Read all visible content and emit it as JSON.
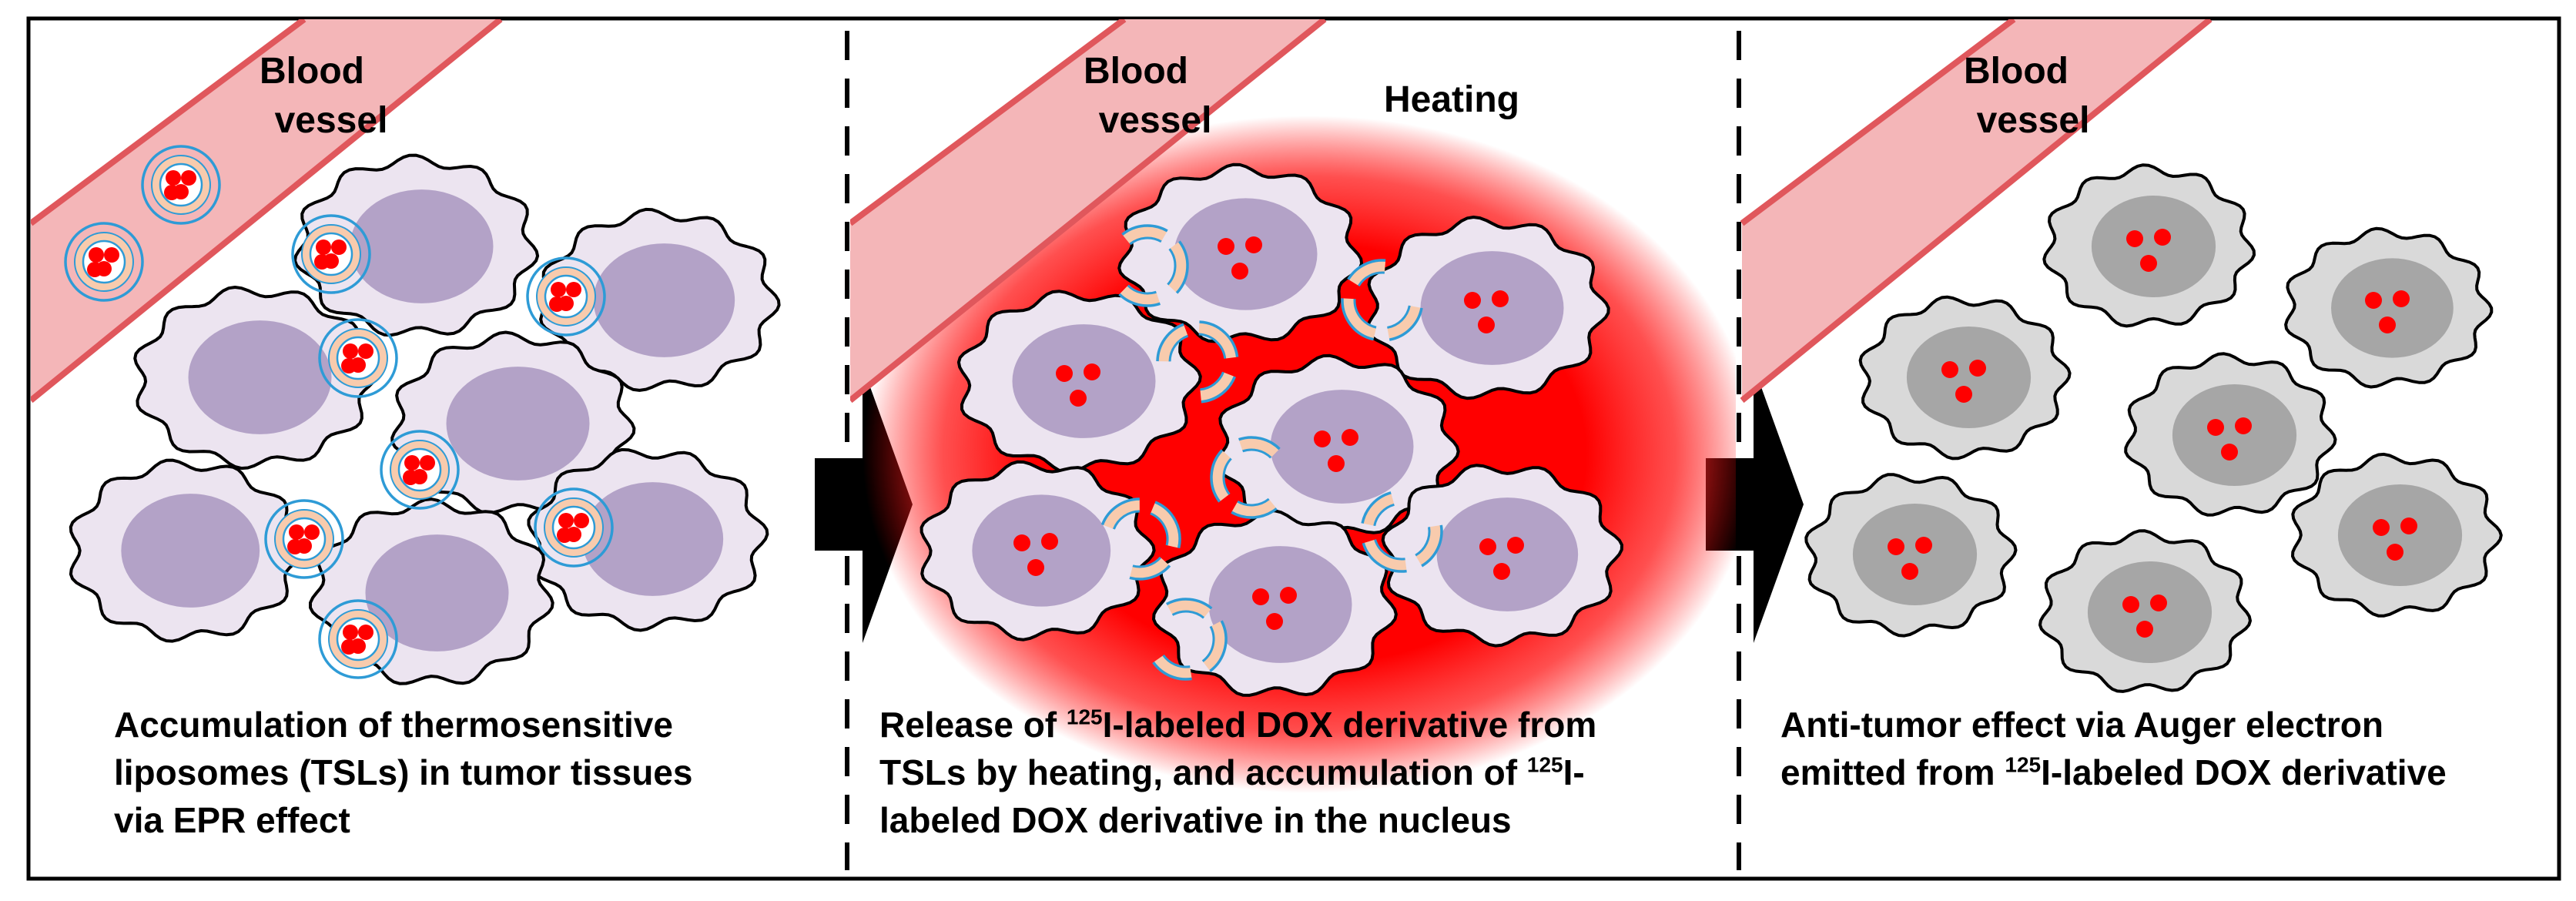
{
  "panels": [
    {
      "vessel_label_1": "Blood",
      "vessel_label_2": "vessel",
      "caption_line1": "Accumulation of thermosensitive",
      "caption_line2": "liposomes (TSLs) in tumor tissues",
      "caption_line3": "via EPR effect"
    },
    {
      "vessel_label_1": "Blood",
      "vessel_label_2": "vessel",
      "heating_label": "Heating",
      "caption_line1_pre": "Release of ",
      "caption_line1_sup": "125",
      "caption_line1_post": "I-labeled DOX derivative from",
      "caption_line2_pre": "TSLs by heating, and accumulation of ",
      "caption_line2_sup": "125",
      "caption_line2_post": "I-",
      "caption_line3": "labeled DOX derivative in the nucleus"
    },
    {
      "vessel_label_1": "Blood",
      "vessel_label_2": "vessel",
      "caption_line1": "Anti-tumor effect via Auger electron",
      "caption_line2_pre": "emitted from ",
      "caption_line2_sup": "125",
      "caption_line2_post": "I-labeled DOX derivative"
    }
  ],
  "colors": {
    "vessel_fill": "#f4b6b8",
    "vessel_edge": "#e0575c",
    "cell_fill": "#ece4f0",
    "nucleus_fill": "#b3a2c7",
    "dead_cell_fill": "#d9d9d9",
    "dead_nucleus_fill": "#a6a6a6",
    "drug_dot": "#ff0000",
    "liposome_ring": "#2e9bd6",
    "liposome_core": "#f8cbad",
    "heat_red": "#ff0000"
  }
}
